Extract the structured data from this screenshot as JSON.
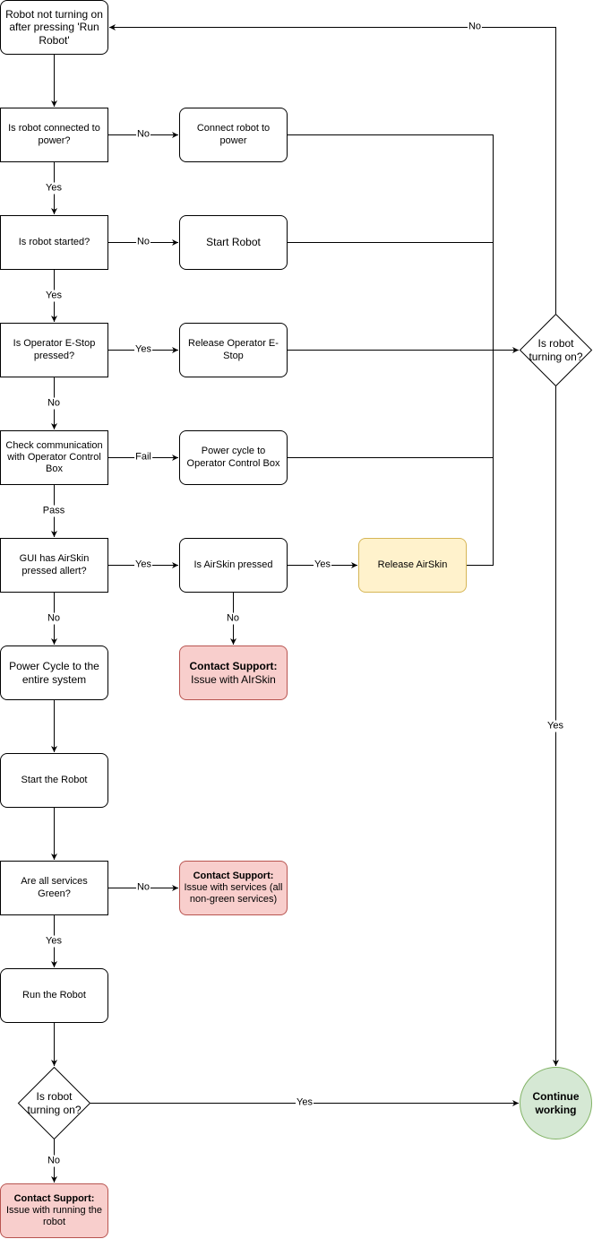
{
  "nodes": {
    "start": "Robot not turning on after pressing 'Run Robot'",
    "q_power": "Is robot connected to power?",
    "a_power": "Connect robot to power",
    "q_started": "Is robot started?",
    "a_start": "Start Robot",
    "q_estop": "Is Operator E-Stop pressed?",
    "a_estop": "Release Operator E-Stop",
    "q_comm": "Check communication with Operator Control Box",
    "a_comm": "Power cycle to Operator Control Box",
    "q_airskin_alert": "GUI has AirSkin pressed allert?",
    "q_airskin_pressed": "Is AirSkin pressed",
    "a_airskin": "Release AirSkin",
    "support_airskin_title": "Contact Support:",
    "support_airskin_body": "Issue with AIrSkin",
    "power_cycle": "Power Cycle to the entire system",
    "start_robot": "Start the Robot",
    "q_services": "Are all services Green?",
    "support_services_title": "Contact Support:",
    "support_services_body": "Issue with services (all non-green services)",
    "run_robot": "Run the Robot",
    "q_turning_bottom": "Is robot turning on?",
    "support_running_title": "Contact Support:",
    "support_running_body": "Issue with running the robot",
    "q_turning_right": "Is robot turning on?",
    "continue": "Continue working"
  },
  "edge_labels": {
    "power_no": "No",
    "power_yes": "Yes",
    "started_no": "No",
    "started_yes": "Yes",
    "estop_yes": "Yes",
    "estop_no": "No",
    "comm_fail": "Fail",
    "comm_pass": "Pass",
    "alert_yes": "Yes",
    "alert_no": "No",
    "pressed_yes": "Yes",
    "pressed_no": "No",
    "services_no": "No",
    "services_yes": "Yes",
    "bottom_yes": "Yes",
    "bottom_no": "No",
    "right_no": "No",
    "right_yes": "Yes"
  }
}
